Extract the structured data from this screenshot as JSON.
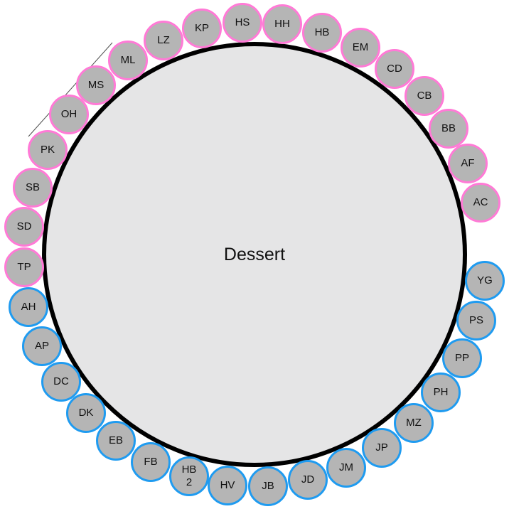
{
  "table": {
    "label": "Dessert",
    "fill_color": "#e5e5e6",
    "border_color": "#000000"
  },
  "group_colors": {
    "pink": "#ff7ad6",
    "blue": "#1f9bf0",
    "seat_fill": "#b5b5b5"
  },
  "seats": [
    {
      "label": "AC",
      "group": "pink"
    },
    {
      "label": "AF",
      "group": "pink"
    },
    {
      "label": "BB",
      "group": "pink"
    },
    {
      "label": "CB",
      "group": "pink"
    },
    {
      "label": "CD",
      "group": "pink"
    },
    {
      "label": "EM",
      "group": "pink"
    },
    {
      "label": "HB",
      "group": "pink"
    },
    {
      "label": "HH",
      "group": "pink"
    },
    {
      "label": "HS",
      "group": "pink"
    },
    {
      "label": "KP",
      "group": "pink"
    },
    {
      "label": "LZ",
      "group": "pink"
    },
    {
      "label": "ML",
      "group": "pink"
    },
    {
      "label": "MS",
      "group": "pink"
    },
    {
      "label": "OH",
      "group": "pink"
    },
    {
      "label": "PK",
      "group": "pink"
    },
    {
      "label": "SB",
      "group": "pink"
    },
    {
      "label": "SD",
      "group": "pink"
    },
    {
      "label": "TP",
      "group": "pink"
    },
    {
      "label": "AH",
      "group": "blue"
    },
    {
      "label": "AP",
      "group": "blue"
    },
    {
      "label": "DC",
      "group": "blue"
    },
    {
      "label": "DK",
      "group": "blue"
    },
    {
      "label": "EB",
      "group": "blue"
    },
    {
      "label": "FB",
      "group": "blue"
    },
    {
      "label": "HB\n2",
      "group": "blue"
    },
    {
      "label": "HV",
      "group": "blue"
    },
    {
      "label": "JB",
      "group": "blue"
    },
    {
      "label": "JD",
      "group": "blue"
    },
    {
      "label": "JM",
      "group": "blue"
    },
    {
      "label": "JP",
      "group": "blue"
    },
    {
      "label": "MZ",
      "group": "blue"
    },
    {
      "label": "PH",
      "group": "blue"
    },
    {
      "label": "PP",
      "group": "blue"
    },
    {
      "label": "PS",
      "group": "blue"
    },
    {
      "label": "YG",
      "group": "blue"
    }
  ]
}
